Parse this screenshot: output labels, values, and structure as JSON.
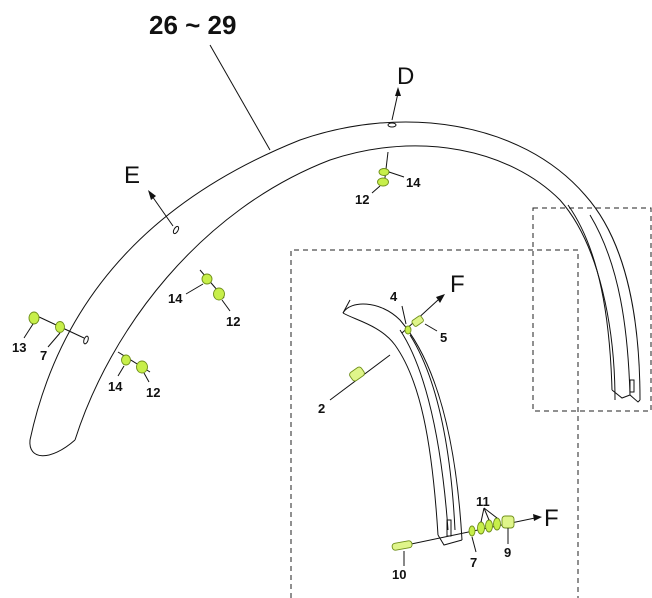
{
  "title": "26 ~ 29",
  "direction_labels": {
    "d": "D",
    "e": "E",
    "f_top": "F",
    "f_bottom": "F"
  },
  "parts": {
    "p13": "13",
    "p7_left": "7",
    "p14_left": "14",
    "p12_left": "12",
    "p14_mid": "14",
    "p12_mid": "12",
    "p14_top": "14",
    "p12_top": "12",
    "p4": "4",
    "p5": "5",
    "p2": "2",
    "p11": "11",
    "p7_bottom": "7",
    "p9": "9",
    "p10": "10"
  },
  "colors": {
    "part_fill": "#c7ef4a",
    "line": "#111111"
  }
}
